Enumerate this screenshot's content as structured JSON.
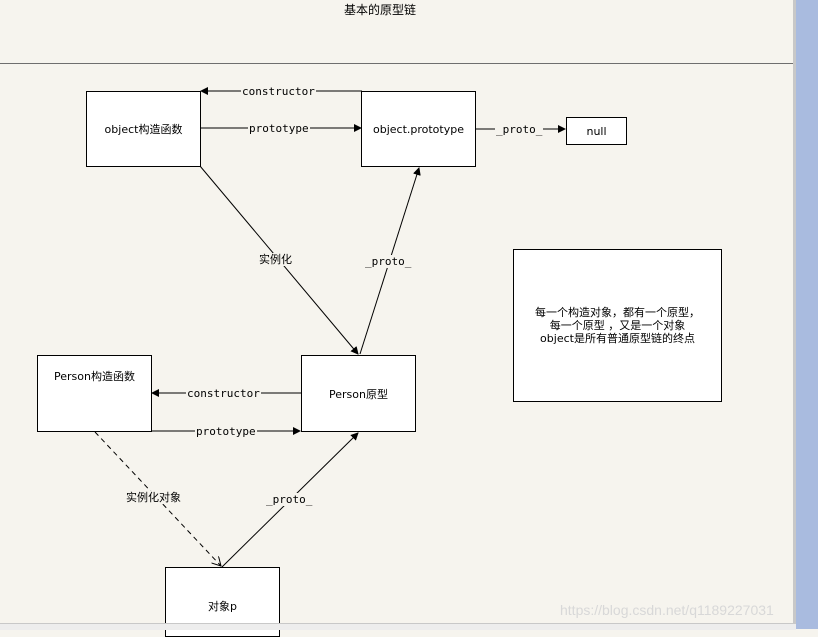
{
  "title": "基本的原型链",
  "nodes": {
    "object_ctor": "object构造函数",
    "object_proto": "object.prototype",
    "null": "null",
    "person_ctor": "Person构造函数",
    "person_proto": "Person原型",
    "instance_p": "对象p"
  },
  "edges": {
    "constructor_top": "constructor",
    "prototype_top": "prototype",
    "proto_null": "_proto_",
    "instantiate_top": "实例化",
    "proto_person": "_proto_",
    "constructor_bottom": "constructor",
    "prototype_bottom": "prototype",
    "instantiate_object": "实例化对象",
    "proto_instance": "_proto_"
  },
  "note": {
    "line1": "每一个构造对象，都有一个原型，",
    "line2": "每一个原型 ，又是一个对象",
    "line3": "object是所有普通原型链的终点"
  },
  "watermark": "https://blog.csdn.net/q1189227031"
}
